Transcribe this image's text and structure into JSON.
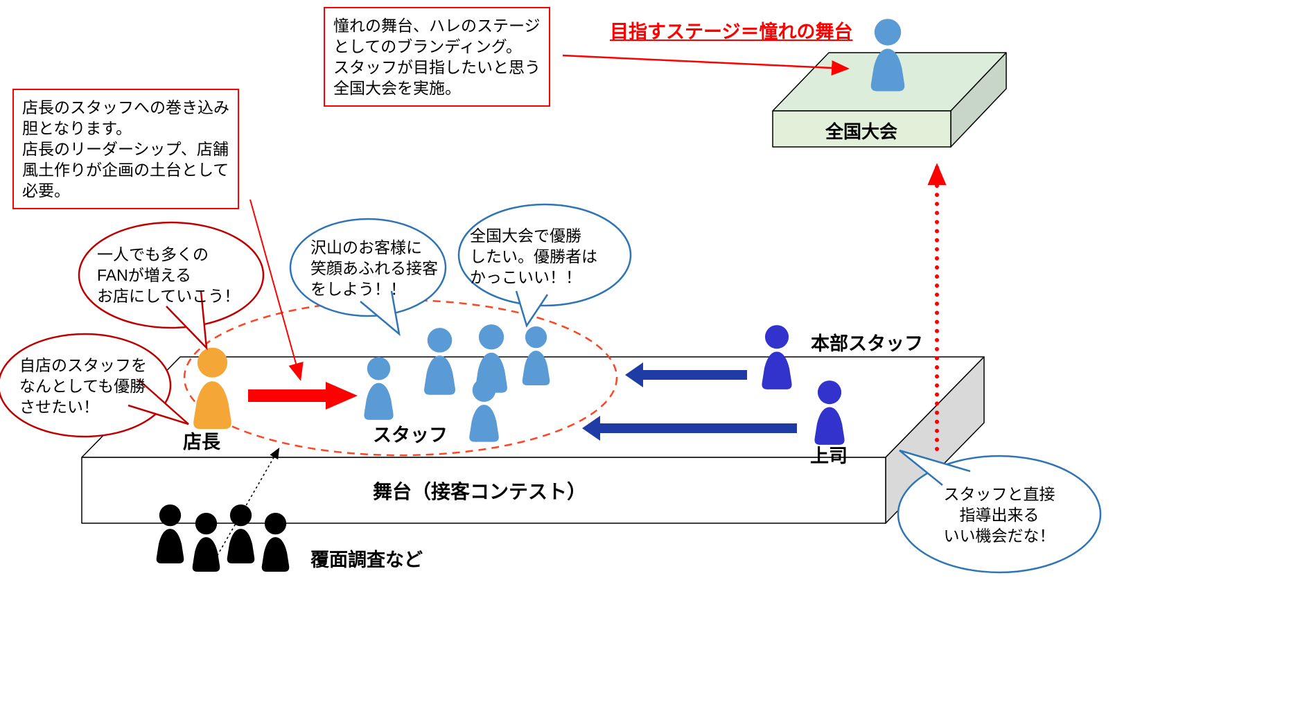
{
  "labels": {
    "title": "目指すステージ＝憧れの舞台",
    "national_tournament": "全国大会",
    "stage": "舞台（接客コンテスト）",
    "store_manager": "店長",
    "staff": "スタッフ",
    "hq_staff": "本部スタッフ",
    "boss": "上司",
    "mystery_shopper": "覆面調査など"
  },
  "boxes": {
    "leadership": {
      "lines": [
        "店長のスタッフへの巻き込み",
        "胆となります。",
        "店長のリーダーシップ、店舗",
        "風土作りが企画の土台として",
        "必要。"
      ]
    },
    "branding": {
      "lines": [
        "憧れの舞台、ハレのステージ",
        "としてのブランディング。",
        "スタッフが目指したいと思う",
        "全国大会を実施。"
      ]
    }
  },
  "bubbles": {
    "manager_fan": {
      "lines": [
        "一人でも多くの",
        "FANが増える",
        "お店にしていこう！"
      ]
    },
    "manager_win": {
      "lines": [
        "自店のスタッフを",
        "なんとしても優勝",
        "させたい！"
      ]
    },
    "staff_smile": {
      "lines": [
        "沢山のお客様に",
        "笑顔あふれる接客",
        "をしよう！！"
      ]
    },
    "staff_win": {
      "lines": [
        "全国大会で優勝",
        "したい。優勝者は",
        "かっこいい！！"
      ]
    },
    "boss_chance": {
      "lines": [
        "スタッフと直接",
        "指導出来る",
        "いい機会だな！"
      ]
    }
  },
  "colors": {
    "red": "#FF0000",
    "dark_red": "#C00000",
    "red_orange": "#FF4422",
    "blue_outline": "#2E75B6",
    "light_blue": "#5B9BD5",
    "orange": "#F4A636",
    "navy": "#3232CD",
    "navy_arrow": "#1F3BA6",
    "black": "#000000",
    "platform_green": "#E2F0D9",
    "stage_gray": "#D9D9D9"
  }
}
